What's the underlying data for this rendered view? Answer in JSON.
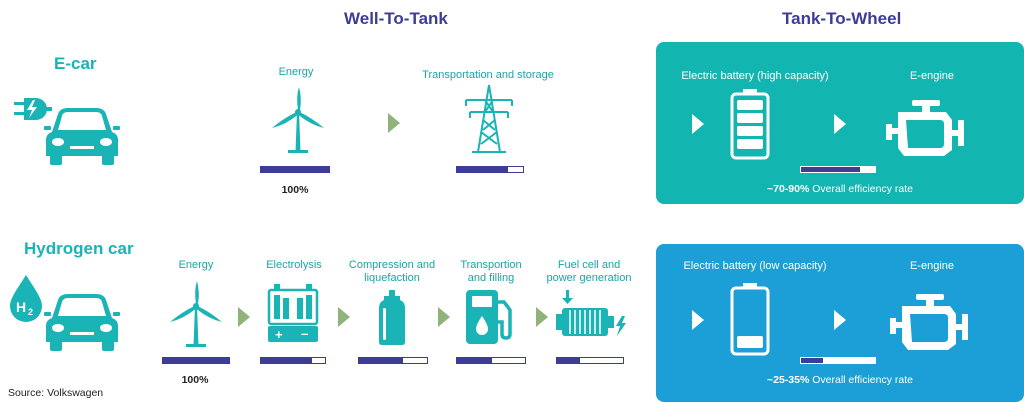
{
  "headers": {
    "wtt": "Well-To-Tank",
    "ttw": "Tank-To-Wheel"
  },
  "ecar": {
    "title": "E-car",
    "steps": [
      {
        "label": "Energy",
        "progress": 1.0,
        "pct": "100%"
      },
      {
        "label": "Transportation and storage",
        "progress": 0.78
      }
    ],
    "panel": {
      "battery_label": "Electric battery (high capacity)",
      "engine_label": "E-engine",
      "progress": 0.8,
      "rate_bold": "~70-90%",
      "rate_text": " Overall efficiency rate",
      "color": "#13b5b1"
    }
  },
  "hcar": {
    "title": "Hydrogen car",
    "steps": [
      {
        "label": "Energy",
        "progress": 1.0,
        "pct": "100%"
      },
      {
        "label": "Electrolysis",
        "progress": 0.8
      },
      {
        "label1": "Compression and",
        "label2": "liquefaction",
        "progress": 0.65
      },
      {
        "label1": "Transportion",
        "label2": "and filling",
        "progress": 0.52
      },
      {
        "label1": "Fuel cell and",
        "label2": "power generation",
        "progress": 0.35
      }
    ],
    "panel": {
      "battery_label": "Electric battery (low capacity)",
      "engine_label": "E-engine",
      "progress": 0.3,
      "rate_bold": "~25-35%",
      "rate_text": " Overall efficiency rate",
      "color": "#1c9fd6"
    }
  },
  "source": "Source: Volkswagen",
  "colors": {
    "teal": "#1ab3b6",
    "navy": "#3d3c96",
    "arrow": "#8fb37a"
  }
}
